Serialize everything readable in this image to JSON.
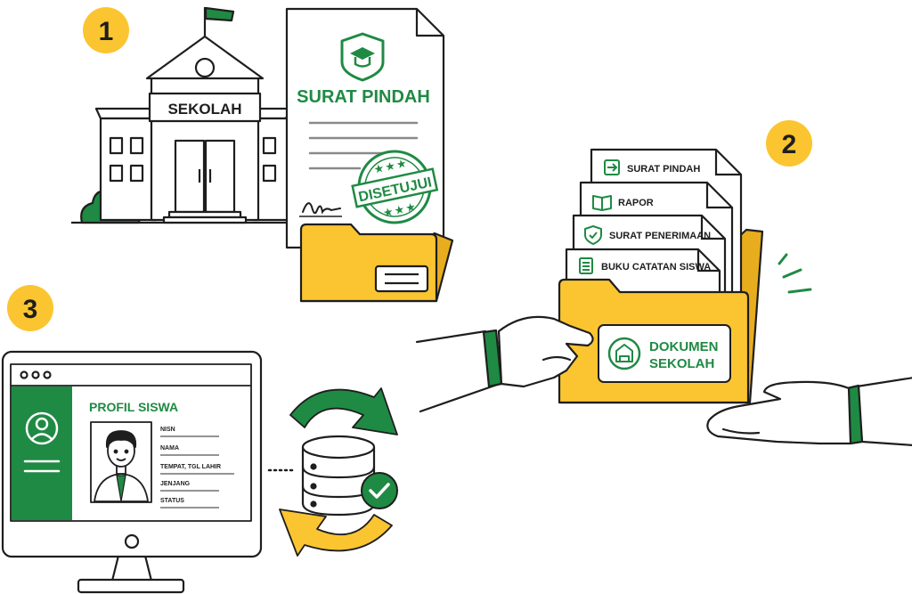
{
  "colors": {
    "green": "#1f8a43",
    "yellow": "#fbc531",
    "outline": "#1e1e1e",
    "paper": "#ffffff",
    "grey_paper": "#f3f3f3"
  },
  "steps": {
    "one": "1",
    "two": "2",
    "three": "3"
  },
  "school": {
    "sign": "SEKOLAH",
    "icon": "school-building-icon"
  },
  "transfer_letter": {
    "title": "SURAT PINDAH",
    "stamp": "DISETUJUI",
    "emblem_icon": "graduation-shield-icon"
  },
  "documents": {
    "files": [
      {
        "label": "SURAT PINDAH",
        "icon": "arrow-right-box-icon"
      },
      {
        "label": "RAPOR",
        "icon": "open-book-icon"
      },
      {
        "label": "SURAT PENERIMAAN",
        "icon": "check-shield-icon"
      },
      {
        "label": "BUKU CATATAN SISWA",
        "icon": "list-document-icon"
      }
    ],
    "folder_label_line1": "DOKUMEN",
    "folder_label_line2": "SEKOLAH",
    "folder_icon": "school-building-icon"
  },
  "student_profile": {
    "title": "PROFIL SISWA",
    "fields": [
      "NISN",
      "NAMA",
      "TEMPAT, TGL LAHIR",
      "JENJANG",
      "STATUS"
    ]
  },
  "sync": {
    "icon": "database-sync-icon"
  }
}
